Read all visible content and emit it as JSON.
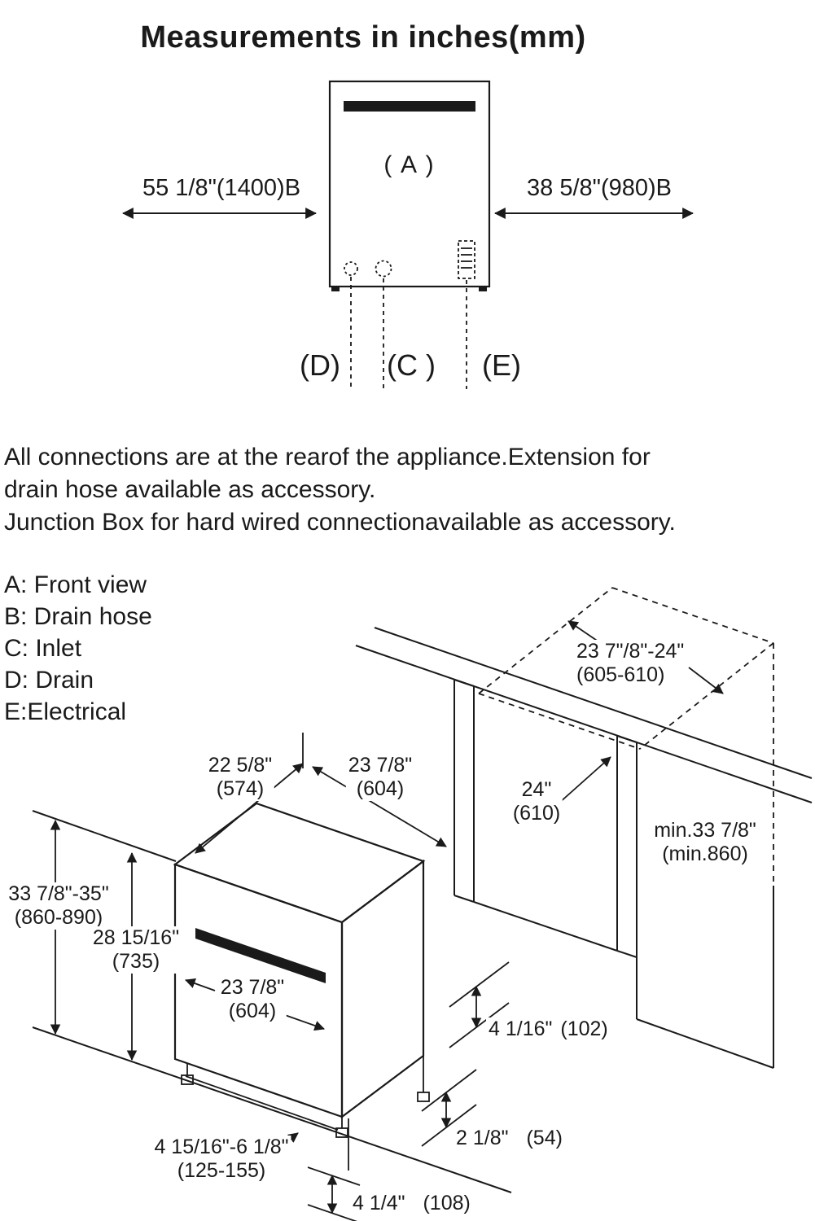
{
  "title": "Measurements in inches(mm)",
  "front_view": {
    "label_a": "( A )",
    "dim_left": "55 1/8\"(1400)B",
    "dim_right": "38 5/8\"(980)B",
    "label_d": "(D)",
    "label_c": "(C )",
    "label_e": "(E)"
  },
  "notes": {
    "line1": "All connections are at the rearof the appliance.Extension for",
    "line2": "drain hose available as accessory.",
    "line3": "Junction Box for hard wired connectionavailable as accessory."
  },
  "legend": {
    "a": "A: Front view",
    "b": "B: Drain hose",
    "c": "C: Inlet",
    "d": "D: Drain",
    "e": "E:Electrical"
  },
  "install_view": {
    "niche_depth_in": "23 7\"/8\"-24\"",
    "niche_depth_mm": "(605-610)",
    "top_left_in": "22 5/8\"",
    "top_left_mm": "(574)",
    "top_mid_in": "23 7/8\"",
    "top_mid_mm": "(604)",
    "niche_width_in": "24\"",
    "niche_width_mm": "(610)",
    "min_height_in": "min.33 7/8\"",
    "min_height_mm": "(min.860)",
    "height_range_in": "33 7/8\"-35\"",
    "height_range_mm": "(860-890)",
    "height2_in": "28 15/16\"",
    "height2_mm": "(735)",
    "door_in": "23 7/8\"",
    "door_mm": "(604)",
    "rear_adjust_in": "4 1/16\"",
    "rear_adjust_mm": "(102)",
    "gap_in": "2 1/8\"",
    "gap_mm": "(54)",
    "feet_in": "4 15/16\"-6 1/8\"",
    "feet_mm": "(125-155)",
    "kick_in": "4 1/4\"",
    "kick_mm": "(108)"
  },
  "colors": {
    "ink": "#1a1a1a",
    "background": "#ffffff"
  }
}
